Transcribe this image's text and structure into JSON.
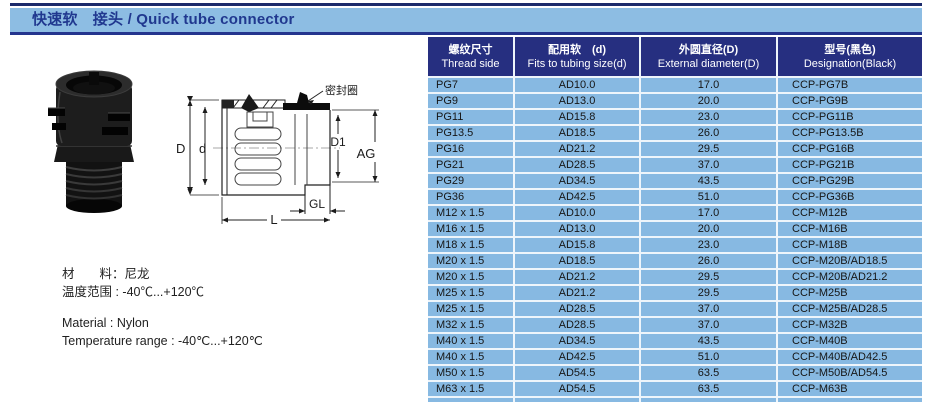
{
  "title_bar": "快速软　接头 / Quick tube connector",
  "colors": {
    "top_rule": "#1c2a6b",
    "title_bar_bg": "#8dbde3",
    "title_text": "#20388f",
    "table_header_bg": "#262f80",
    "table_row_bg": "#87b9e2",
    "accent_border": "#24358e"
  },
  "product": {
    "photo_alt": "black nylon quick tube connector",
    "diagram": {
      "seal_label": "密封圈",
      "dim_D": "D",
      "dim_d": "d",
      "dim_D1": "D1",
      "dim_AG": "AG",
      "dim_GL": "GL",
      "dim_L": "L"
    },
    "specs": {
      "material_cn": "材　　料：尼龙",
      "temp_cn": "温度范围 : -40℃...+120℃",
      "material_en": "Material : Nylon",
      "temp_en": "Temperature range : -40℃...+120℃"
    }
  },
  "table": {
    "headers": [
      {
        "cn": "螺纹尺寸",
        "en": "Thread side"
      },
      {
        "cn": "配用软　(d)",
        "en": "Fits to tubing size(d)"
      },
      {
        "cn": "外圆直径(D)",
        "en": "External diameter(D)"
      },
      {
        "cn": "型号(黑色)",
        "en": "Designation(Black)"
      }
    ],
    "rows": [
      [
        "PG7",
        "AD10.0",
        "17.0",
        "CCP-PG7B"
      ],
      [
        "PG9",
        "AD13.0",
        "20.0",
        "CCP-PG9B"
      ],
      [
        "PG11",
        "AD15.8",
        "23.0",
        "CCP-PG11B"
      ],
      [
        "PG13.5",
        "AD18.5",
        "26.0",
        "CCP-PG13.5B"
      ],
      [
        "PG16",
        "AD21.2",
        "29.5",
        "CCP-PG16B"
      ],
      [
        "PG21",
        "AD28.5",
        "37.0",
        "CCP-PG21B"
      ],
      [
        "PG29",
        "AD34.5",
        "43.5",
        "CCP-PG29B"
      ],
      [
        "PG36",
        "AD42.5",
        "51.0",
        "CCP-PG36B"
      ],
      [
        "M12 x 1.5",
        "AD10.0",
        "17.0",
        "CCP-M12B"
      ],
      [
        "M16 x 1.5",
        "AD13.0",
        "20.0",
        "CCP-M16B"
      ],
      [
        "M18 x 1.5",
        "AD15.8",
        "23.0",
        "CCP-M18B"
      ],
      [
        "M20 x 1.5",
        "AD18.5",
        "26.0",
        "CCP-M20B/AD18.5"
      ],
      [
        "M20 x 1.5",
        "AD21.2",
        "29.5",
        "CCP-M20B/AD21.2"
      ],
      [
        "M25 x 1.5",
        "AD21.2",
        "29.5",
        "CCP-M25B"
      ],
      [
        "M25 x 1.5",
        "AD28.5",
        "37.0",
        "CCP-M25B/AD28.5"
      ],
      [
        "M32 x 1.5",
        "AD28.5",
        "37.0",
        "CCP-M32B"
      ],
      [
        "M40 x 1.5",
        "AD34.5",
        "43.5",
        "CCP-M40B"
      ],
      [
        "M40 x 1.5",
        "AD42.5",
        "51.0",
        "CCP-M40B/AD42.5"
      ],
      [
        "M50 x 1.5",
        "AD54.5",
        "63.5",
        "CCP-M50B/AD54.5"
      ],
      [
        "M63 x 1.5",
        "AD54.5",
        "63.5",
        "CCP-M63B"
      ]
    ]
  }
}
